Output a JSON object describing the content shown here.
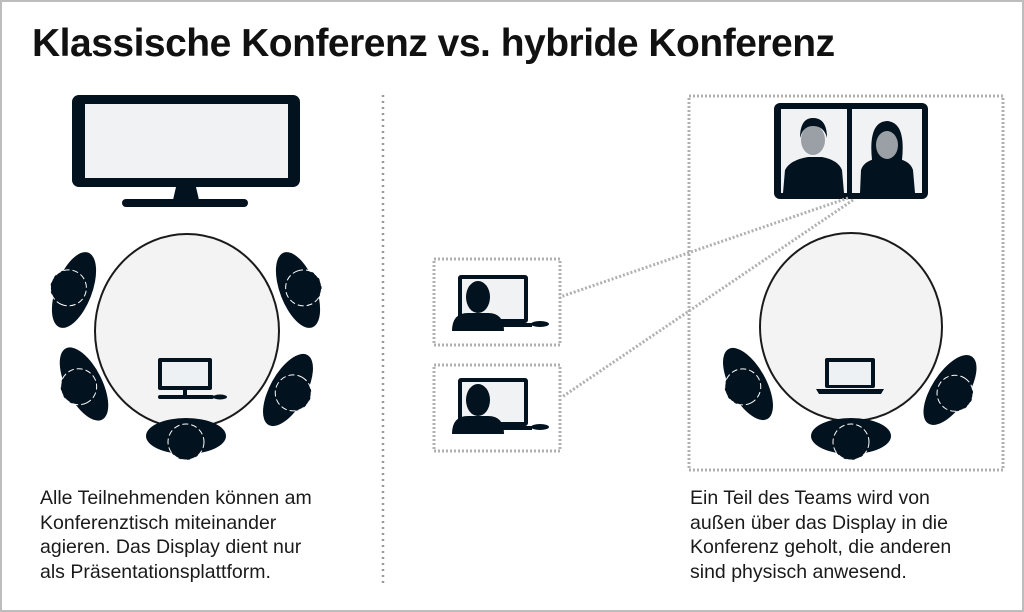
{
  "title": "Klassische Konferenz vs. hybride Konferenz",
  "left_panel": {
    "caption_lines": [
      "Alle Teilnehmenden können am",
      "Konferenztisch miteinander",
      "agieren. Das Display dient nur",
      "als Präsentationsplattform."
    ]
  },
  "right_panel": {
    "caption_lines": [
      "Ein Teil des Teams wird von",
      "außen über das Display in die",
      "Konferenz geholt, die anderen",
      "sind physisch anwesend."
    ]
  },
  "colors": {
    "ink": "#03121f",
    "screen": "#f1f2f3",
    "table": "#f3f3f3",
    "dots": "#b0b0b0",
    "avatar_face": "#9aa0a6"
  }
}
